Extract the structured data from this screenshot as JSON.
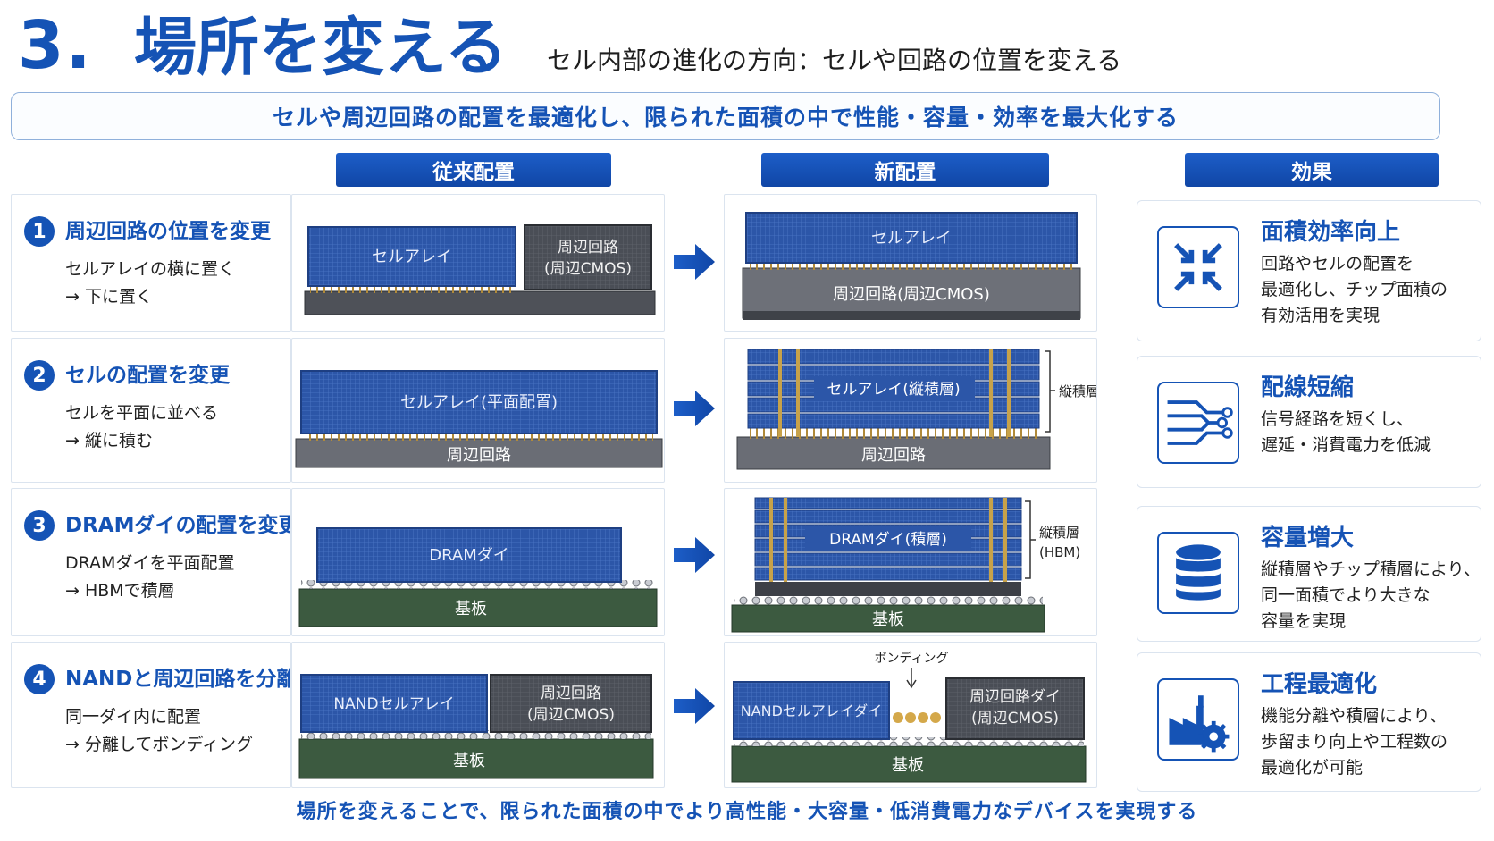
{
  "header": {
    "number": "3.",
    "title": "場所を変える",
    "subtitle": "セル内部の進化の方向：セルや回路の位置を変える"
  },
  "banner": "セルや周辺回路の配置を最適化し、限られた面積の中で性能・容量・効率を最大化する",
  "columns": {
    "old": "従来配置",
    "new": "新配置",
    "effect": "効果"
  },
  "rows": [
    {
      "num": "1",
      "title": "周辺回路の位置を変更",
      "desc1": "セルアレイの横に置く",
      "desc2": "→ 下に置く"
    },
    {
      "num": "2",
      "title": "セルの配置を変更",
      "desc1": "セルを平面に並べる",
      "desc2": "→ 縦に積む"
    },
    {
      "num": "3",
      "title": "DRAMダイの配置を変更",
      "desc1": "DRAMダイを平面配置",
      "desc2": "→ HBMで積層"
    },
    {
      "num": "4",
      "title": "NANDと周辺回路を分離",
      "desc1": "同一ダイ内に配置",
      "desc2": "→ 分離してボンディング"
    }
  ],
  "diagrams": {
    "r1_old": {
      "cell": "セルアレイ",
      "periph1": "周辺回路",
      "periph2": "(周辺CMOS)"
    },
    "r1_new": {
      "cell": "セルアレイ",
      "base": "周辺回路(周辺CMOS)"
    },
    "r2_old": {
      "cell": "セルアレイ(平面配置)",
      "base": "周辺回路"
    },
    "r2_new": {
      "cell": "セルアレイ(縦積層)",
      "base": "周辺回路",
      "side": "縦積層"
    },
    "r3_old": {
      "die": "DRAMダイ",
      "base": "基板"
    },
    "r3_new": {
      "die": "DRAMダイ(積層)",
      "base": "基板",
      "side1": "縦積層",
      "side2": "(HBM)"
    },
    "r4_old": {
      "cell": "NANDセルアレイ",
      "periph1": "周辺回路",
      "periph2": "(周辺CMOS)",
      "base": "基板"
    },
    "r4_new": {
      "cell": "NANDセルアレイダイ",
      "periph1": "周辺回路ダイ",
      "periph2": "(周辺CMOS)",
      "base": "基板",
      "bond": "ボンディング"
    }
  },
  "effects": [
    {
      "icon": "compress-arrows-icon",
      "title": "面積効率向上",
      "lines": [
        "回路やセルの配置を",
        "最適化し、チップ面積の",
        "有効活用を実現"
      ]
    },
    {
      "icon": "circuit-lines-icon",
      "title": "配線短縮",
      "lines": [
        "信号経路を短くし、",
        "遅延・消費電力を低減"
      ]
    },
    {
      "icon": "database-icon",
      "title": "容量増大",
      "lines": [
        "縦積層やチップ積層により、",
        "同一面積でより大きな",
        "容量を実現"
      ]
    },
    {
      "icon": "factory-gear-icon",
      "title": "工程最適化",
      "lines": [
        "機能分離や積層により、",
        "歩留まり向上や工程数の",
        "最適化が可能"
      ]
    }
  ],
  "footer": "場所を変えることで、限られた面積の中でより高性能・大容量・低消費電力なデバイスを実現する",
  "colors": {
    "accent": "#1553b5",
    "chip_blue": "#2f58a8",
    "chip_gray": "#5a5e66",
    "substrate": "#3c5a40"
  }
}
